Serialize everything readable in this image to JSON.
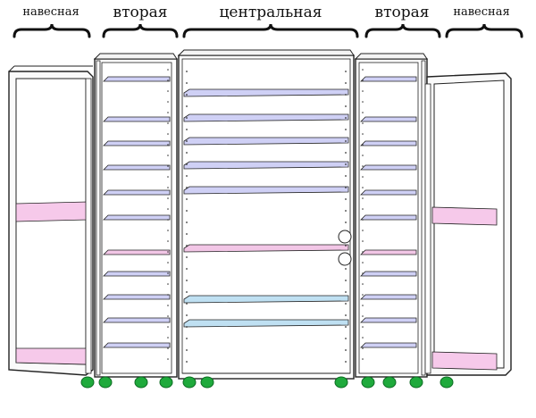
{
  "labels": {
    "left_hanging": "навесная",
    "left_second": "вторая",
    "central": "центральная",
    "right_second": "вторая",
    "right_hanging": "навесная"
  },
  "colors": {
    "outline": "#222222",
    "shelf_lavender": "#cfd0f5",
    "shelf_pink": "#f2c6e6",
    "shelf_blue": "#bfe0f2",
    "foot_green": "#1faa3c",
    "foot_dark": "#0d6b23",
    "door_panel_pink": "#f6c9ea",
    "door_fill": "#fafafa"
  }
}
